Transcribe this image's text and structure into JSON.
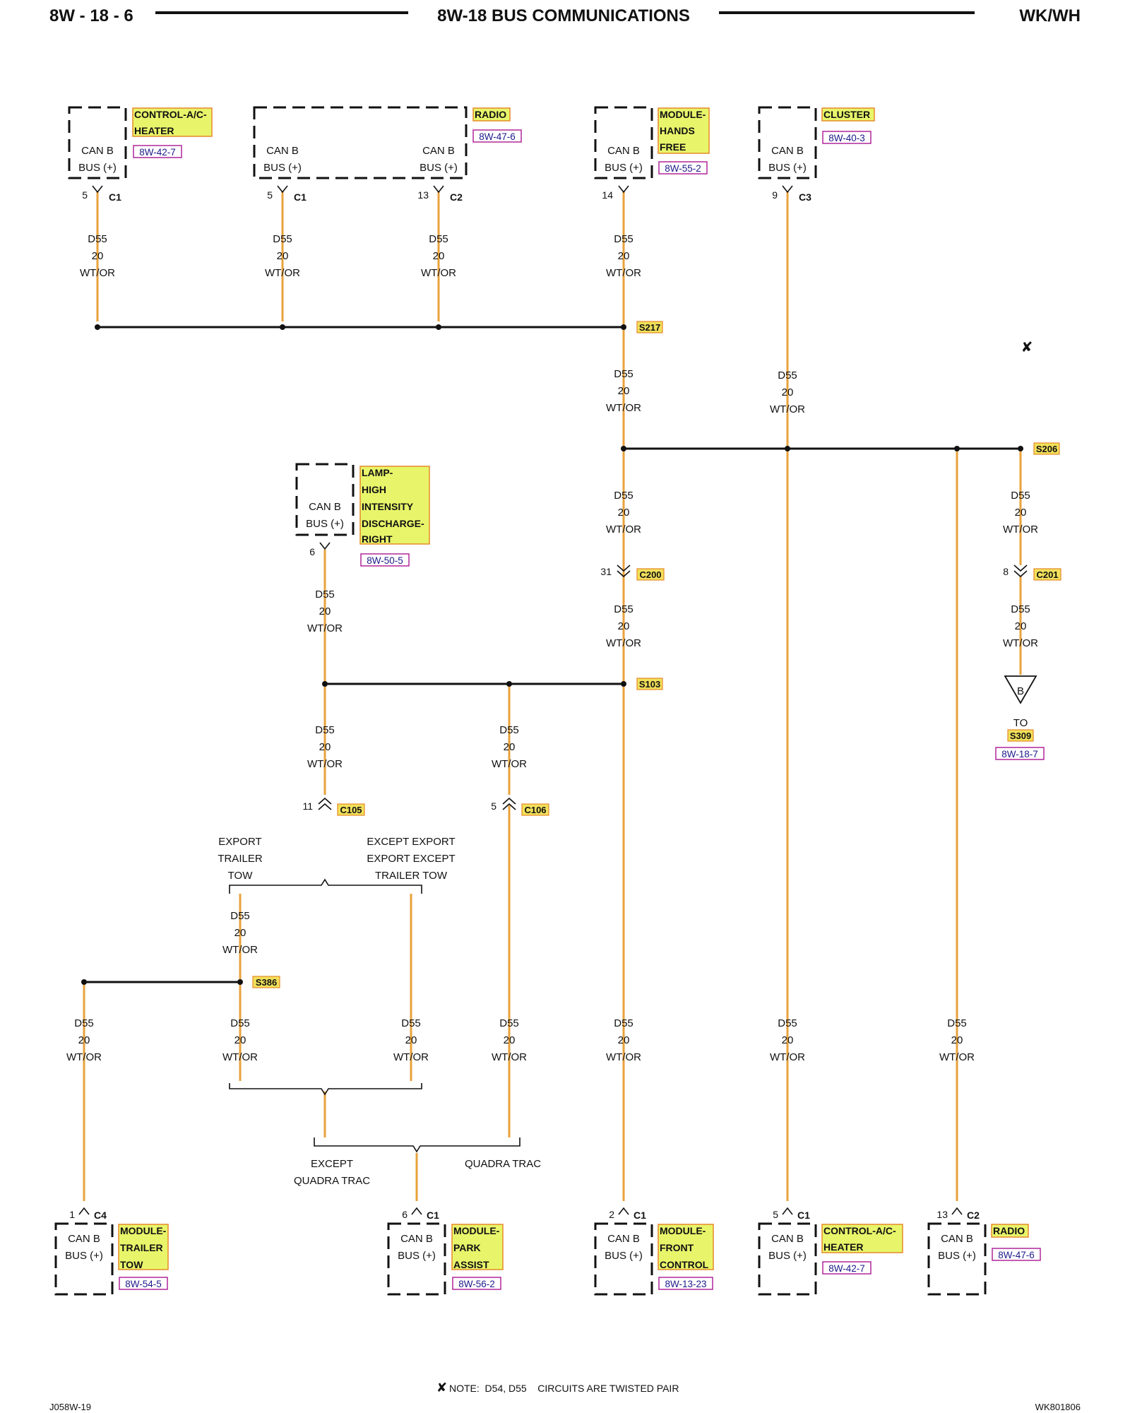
{
  "header": {
    "page_id": "8W - 18 - 6",
    "title": "8W-18 BUS COMMUNICATIONS",
    "model": "WK/WH"
  },
  "wire": {
    "circuit": "D55",
    "gauge": "20",
    "color": "WT/OR",
    "wire_color_hex": "#e8a23c"
  },
  "components": {
    "control_ac_heater_top": {
      "name": [
        "CONTROL-A/C-",
        "HEATER"
      ],
      "ref": "8W-42-7",
      "pin_label": [
        "CAN B",
        "BUS (+)"
      ],
      "pin": "5",
      "connector": "C1"
    },
    "radio_top": {
      "name": [
        "RADIO"
      ],
      "ref": "8W-47-6",
      "pin_label": [
        "CAN B",
        "BUS (+)"
      ],
      "pin_c1": "5",
      "connector_c1": "C1",
      "pin_c2": "13",
      "connector_c2": "C2"
    },
    "module_hands_free": {
      "name": [
        "MODULE-",
        "HANDS",
        "FREE"
      ],
      "ref": "8W-55-2",
      "pin_label": [
        "CAN B",
        "BUS (+)"
      ],
      "pin": "14"
    },
    "cluster": {
      "name": [
        "CLUSTER"
      ],
      "ref": "8W-40-3",
      "pin_label": [
        "CAN B",
        "BUS (+)"
      ],
      "pin": "9",
      "connector": "C3"
    },
    "lamp_hid_right": {
      "name": [
        "LAMP-",
        "HIGH",
        "INTENSITY",
        "DISCHARGE-",
        "RIGHT"
      ],
      "ref": "8W-50-5",
      "pin_label": [
        "CAN B",
        "BUS (+)"
      ],
      "pin": "6"
    },
    "module_trailer_tow": {
      "name": [
        "MODULE-",
        "TRAILER",
        "TOW"
      ],
      "ref": "8W-54-5",
      "pin_label": [
        "CAN B",
        "BUS (+)"
      ],
      "pin": "1",
      "connector": "C4"
    },
    "module_park_assist": {
      "name": [
        "MODULE-",
        "PARK",
        "ASSIST"
      ],
      "ref": "8W-56-2",
      "pin_label": [
        "CAN B",
        "BUS (+)"
      ],
      "pin": "6",
      "connector": "C1"
    },
    "module_front_control": {
      "name": [
        "MODULE-",
        "FRONT",
        "CONTROL"
      ],
      "ref": "8W-13-23",
      "pin_label": [
        "CAN B",
        "BUS (+)"
      ],
      "pin": "2",
      "connector": "C1"
    },
    "control_ac_heater_bottom": {
      "name": [
        "CONTROL-A/C-",
        "HEATER"
      ],
      "ref": "8W-42-7",
      "pin_label": [
        "CAN B",
        "BUS (+)"
      ],
      "pin": "5",
      "connector": "C1"
    },
    "radio_bottom": {
      "name": [
        "RADIO"
      ],
      "ref": "8W-47-6",
      "pin_label": [
        "CAN B",
        "BUS (+)"
      ],
      "pin": "13",
      "connector": "C2"
    }
  },
  "splices": {
    "s217": "S217",
    "s206": "S206",
    "s103": "S103",
    "s386": "S386"
  },
  "inline_connectors": {
    "c200": {
      "id": "C200",
      "pin": "31"
    },
    "c201": {
      "id": "C201",
      "pin": "8"
    },
    "c105": {
      "id": "C105",
      "pin": "11"
    },
    "c106": {
      "id": "C106",
      "pin": "5"
    }
  },
  "offpage": {
    "letter": "B",
    "to": "TO",
    "splice": "S309",
    "ref": "8W-18-7"
  },
  "options": {
    "export_trailer_tow": [
      "EXPORT",
      "TRAILER",
      "TOW"
    ],
    "except_export_trailer_tow": [
      "EXCEPT EXPORT",
      "EXPORT EXCEPT",
      "TRAILER TOW"
    ],
    "except_quadra_trac": [
      "EXCEPT",
      "QUADRA TRAC"
    ],
    "quadra_trac": [
      "QUADRA TRAC"
    ]
  },
  "twisted_pair_symbol": "✘",
  "footer": {
    "note_symbol": "✘",
    "note": "NOTE:  D54, D55    CIRCUITS ARE TWISTED PAIR",
    "left_code": "J058W-19",
    "right_code": "WK801806"
  }
}
